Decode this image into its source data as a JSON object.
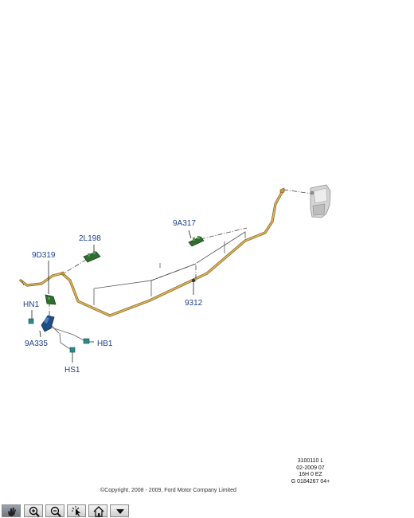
{
  "callouts": {
    "c_9a317": "9A317",
    "c_2l198": "2L198",
    "c_9d319": "9D319",
    "c_hn1": "HN1",
    "c_9a335": "9A335",
    "c_hb1": "HB1",
    "c_hs1": "HS1",
    "c_9312": "9312"
  },
  "reference": {
    "line1": "3100110 L",
    "line2": "02-2009 07",
    "line3": "16H 0 EZ",
    "line4": "G 0184267 04+"
  },
  "copyright": "©Copyright, 2008 - 2009, Ford Motor Company Limited",
  "toolbar": {
    "buttons": [
      {
        "icon": "pan-hand-icon",
        "active": true
      },
      {
        "icon": "zoom-in-icon",
        "active": false
      },
      {
        "icon": "zoom-out-icon",
        "active": false
      },
      {
        "icon": "select-pointer-icon",
        "active": false
      },
      {
        "icon": "home-icon",
        "active": false
      },
      {
        "icon": "dropdown-arrow-icon",
        "active": false
      }
    ]
  },
  "colors": {
    "pipe": "#c89a3a",
    "callout_text": "#1f3f8f",
    "clip_green": "#2f6e2f",
    "connector_teal": "#2a8a8a",
    "bracket_blue": "#1d4e86"
  }
}
